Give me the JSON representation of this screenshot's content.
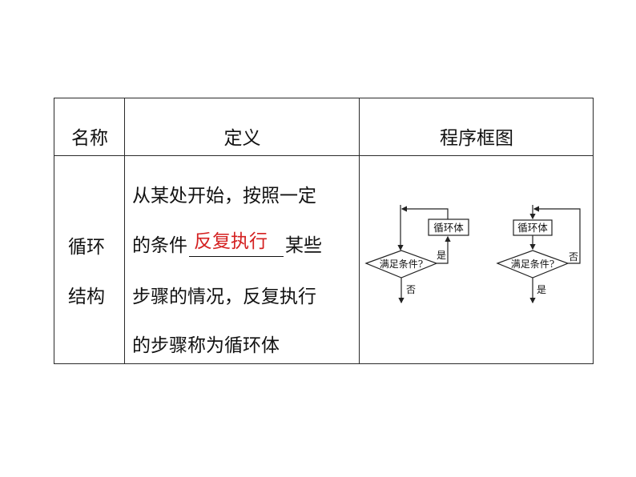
{
  "table": {
    "headers": {
      "name": "名称",
      "definition": "定义",
      "flowchart": "程序框图"
    },
    "row": {
      "name_line1": "循环",
      "name_line2": "结构",
      "definition_lines": [
        "从某处开始，按照一定",
        "的条件",
        "某些",
        "步骤的情况，反复执行",
        "的步骤称为循环体"
      ],
      "blank_answer": "反复执行",
      "answer_color": "#d42020"
    }
  },
  "flowcharts": {
    "left": {
      "box_label": "循环体",
      "condition_label": "满足条件?",
      "yes_label": "是",
      "no_label": "否"
    },
    "right": {
      "box_label": "循环体",
      "condition_label": "满足条件?",
      "yes_label": "是",
      "no_label": "否"
    }
  }
}
